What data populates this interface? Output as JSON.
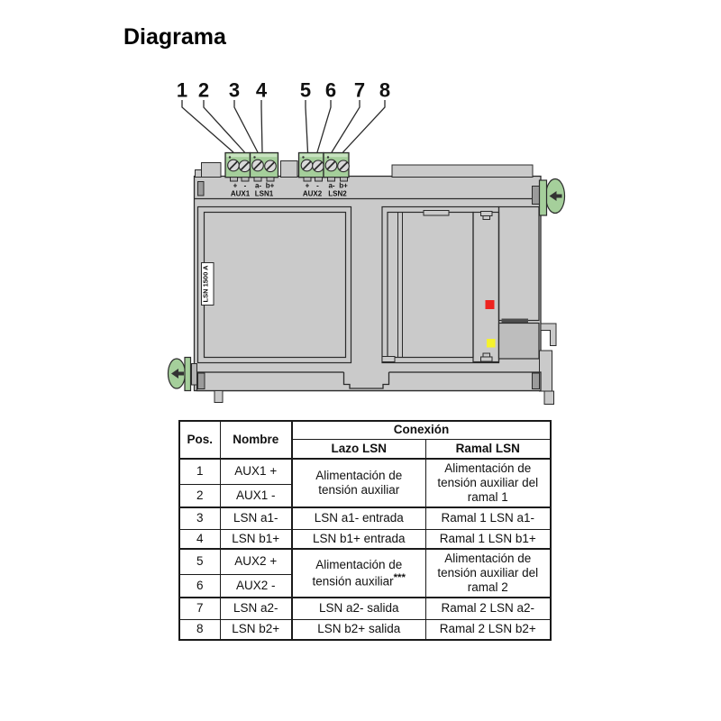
{
  "page": {
    "title": "Diagrama"
  },
  "diagram": {
    "callouts": [
      "1",
      "2",
      "3",
      "4",
      "5",
      "6",
      "7",
      "8"
    ],
    "terminals": [
      {
        "sign_left": "+",
        "sign_right": "-",
        "name": "AUX1"
      },
      {
        "sign_left": "a-",
        "sign_right": "b+",
        "name": "LSN1"
      },
      {
        "sign_left": "+",
        "sign_right": "-",
        "name": "AUX2"
      },
      {
        "sign_left": "a-",
        "sign_right": "b+",
        "name": "LSN2"
      }
    ],
    "module_label": "LSN 1500 A",
    "leds": {
      "red": "#ee2420",
      "yellow": "#f5f22e"
    },
    "colors": {
      "terminal_green": "#a5cf9b",
      "body_gray": "#cacaca"
    }
  },
  "table": {
    "headers": {
      "pos": "Pos.",
      "nombre": "Nombre",
      "conexion": "Conexión",
      "lazo": "Lazo LSN",
      "ramal": "Ramal LSN"
    },
    "rows": [
      {
        "pos": "1",
        "nombre": "AUX1 +",
        "lazo": "Alimentación de tensión auxiliar",
        "ramal": "Alimentación de tensión auxiliar del ramal 1"
      },
      {
        "pos": "2",
        "nombre": "AUX1 -"
      },
      {
        "pos": "3",
        "nombre": "LSN a1-",
        "lazo": "LSN a1- entrada",
        "ramal": "Ramal 1 LSN a1-"
      },
      {
        "pos": "4",
        "nombre": "LSN b1+",
        "lazo": "LSN b1+ entrada",
        "ramal": "Ramal 1 LSN b1+"
      },
      {
        "pos": "5",
        "nombre": "AUX2 +",
        "lazo": "Alimentación de tensión auxiliar",
        "lazo_sup": "***",
        "ramal": "Alimentación de tensión auxiliar del ramal 2"
      },
      {
        "pos": "6",
        "nombre": "AUX2 -"
      },
      {
        "pos": "7",
        "nombre": "LSN a2-",
        "lazo": "LSN a2- salida",
        "ramal": "Ramal 2 LSN a2-"
      },
      {
        "pos": "8",
        "nombre": "LSN b2+",
        "lazo": "LSN b2+ salida",
        "ramal": "Ramal 2 LSN b2+"
      }
    ]
  }
}
